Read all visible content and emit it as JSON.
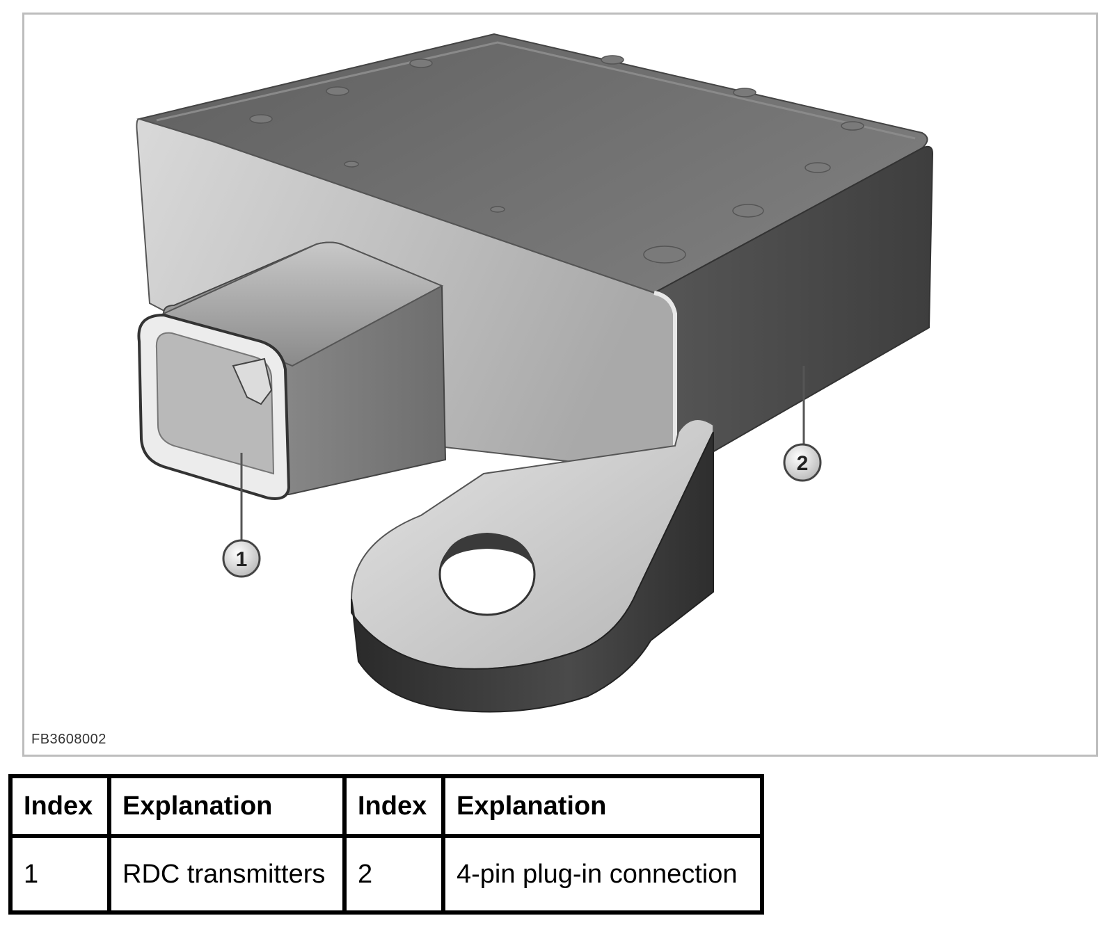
{
  "figure": {
    "code": "FB3608002",
    "callouts": [
      {
        "number": "1"
      },
      {
        "number": "2"
      }
    ]
  },
  "legend": {
    "headers": [
      "Index",
      "Explanation",
      "Index",
      "Explanation"
    ],
    "rows": [
      [
        "1",
        "RDC transmitters",
        "2",
        "4-pin plug-in connection"
      ]
    ]
  },
  "colors": {
    "frame_border": "#bdbdbd",
    "table_border": "#000000"
  }
}
